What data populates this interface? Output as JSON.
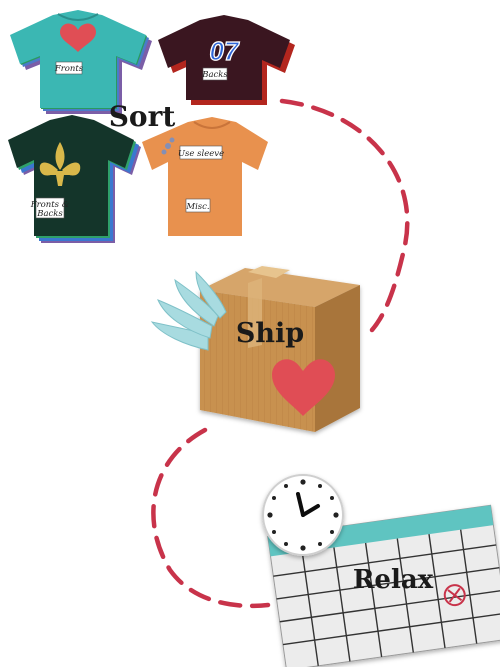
{
  "steps": {
    "sort": "Sort",
    "ship": "Ship",
    "relax": "Relax"
  },
  "shirts": {
    "fronts": "Fronts",
    "backs": "Backs",
    "jersey_number": "07",
    "fronts_backs_line1": "Fronts &",
    "fronts_backs_line2": "Backs",
    "use_sleeve": "Use sleeve",
    "misc": "Misc."
  },
  "colors": {
    "dash_path": "#c8334a",
    "teal_shirt": "#3bb7b3",
    "maroon_shirt": "#3a1620",
    "green_shirt": "#14352a",
    "orange_shirt": "#e8914e",
    "heart": "#e04e55",
    "box": "#c8914f",
    "wing": "#a8dbe0",
    "calendar_header": "#5fc4c1",
    "calendar_mark": "#c8334a"
  },
  "icons": [
    "heart-icon",
    "fleur-de-lis-icon",
    "wing-icon",
    "clock-icon",
    "calendar-icon",
    "x-mark-icon"
  ]
}
